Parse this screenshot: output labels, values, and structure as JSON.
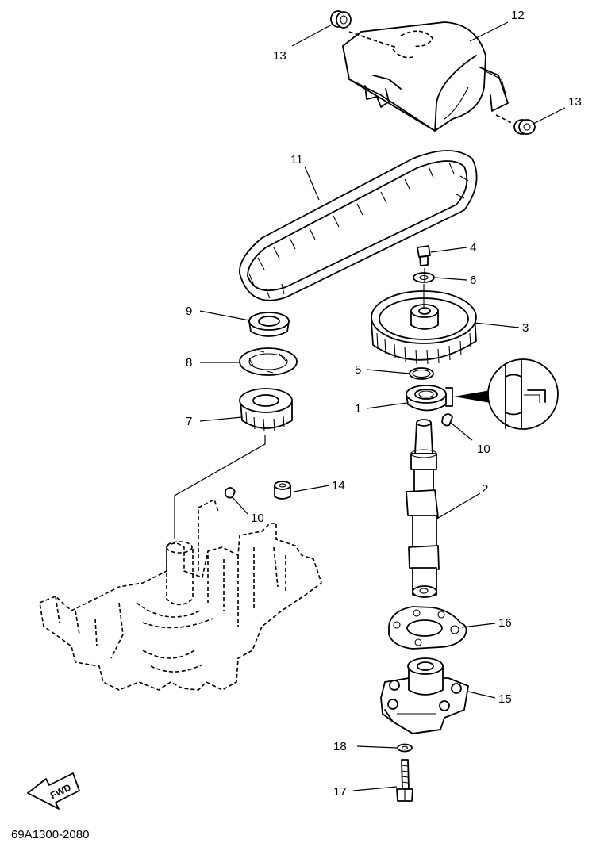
{
  "diagram": {
    "drawing_code": "69A1300-2080",
    "fwd_label": "FWD",
    "parts": [
      {
        "id": "p1",
        "number": "1"
      },
      {
        "id": "p2",
        "number": "2"
      },
      {
        "id": "p3",
        "number": "3"
      },
      {
        "id": "p4",
        "number": "4"
      },
      {
        "id": "p5",
        "number": "5"
      },
      {
        "id": "p6",
        "number": "6"
      },
      {
        "id": "p7",
        "number": "7"
      },
      {
        "id": "p8",
        "number": "8"
      },
      {
        "id": "p9",
        "number": "9"
      },
      {
        "id": "p10a",
        "number": "10"
      },
      {
        "id": "p10b",
        "number": "10"
      },
      {
        "id": "p11",
        "number": "11"
      },
      {
        "id": "p12",
        "number": "12"
      },
      {
        "id": "p13a",
        "number": "13"
      },
      {
        "id": "p13b",
        "number": "13"
      },
      {
        "id": "p14",
        "number": "14"
      },
      {
        "id": "p15",
        "number": "15"
      },
      {
        "id": "p16",
        "number": "16"
      },
      {
        "id": "p17",
        "number": "17"
      },
      {
        "id": "p18",
        "number": "18"
      }
    ]
  }
}
